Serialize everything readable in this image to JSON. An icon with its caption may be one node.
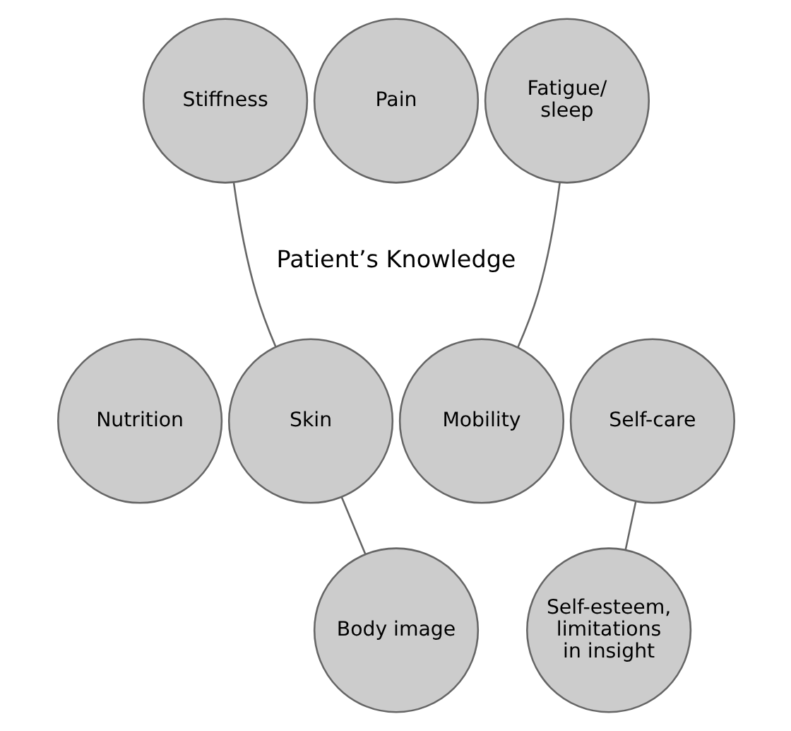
{
  "diagram": {
    "nodes": [
      {
        "text": [
          "Stiffness"
        ]
      },
      {
        "text": [
          "Pain"
        ]
      },
      {
        "text": [
          "Fatigue/ sleep"
        ]
      },
      {
        "text": [
          "Nutrition"
        ]
      },
      {
        "text": [
          "Skin"
        ]
      },
      {
        "text": [
          "Mobility"
        ]
      },
      {
        "text": [
          "Self-care"
        ]
      },
      {
        "text": [
          "Body image"
        ]
      },
      {
        "text": [
          "Self-esteem, limitations in insight"
        ]
      }
    ],
    "edges": [
      {
        "from": 0,
        "to": 4,
        "arrow": "none"
      },
      {
        "from": 2,
        "to": 5,
        "arrow": "none"
      },
      {
        "from": 4,
        "to": 7,
        "arrow": "none"
      },
      {
        "from": 6,
        "to": 8,
        "arrow": "none"
      }
    ],
    "labels": [
      "Patient’s Knowledge"
    ]
  }
}
